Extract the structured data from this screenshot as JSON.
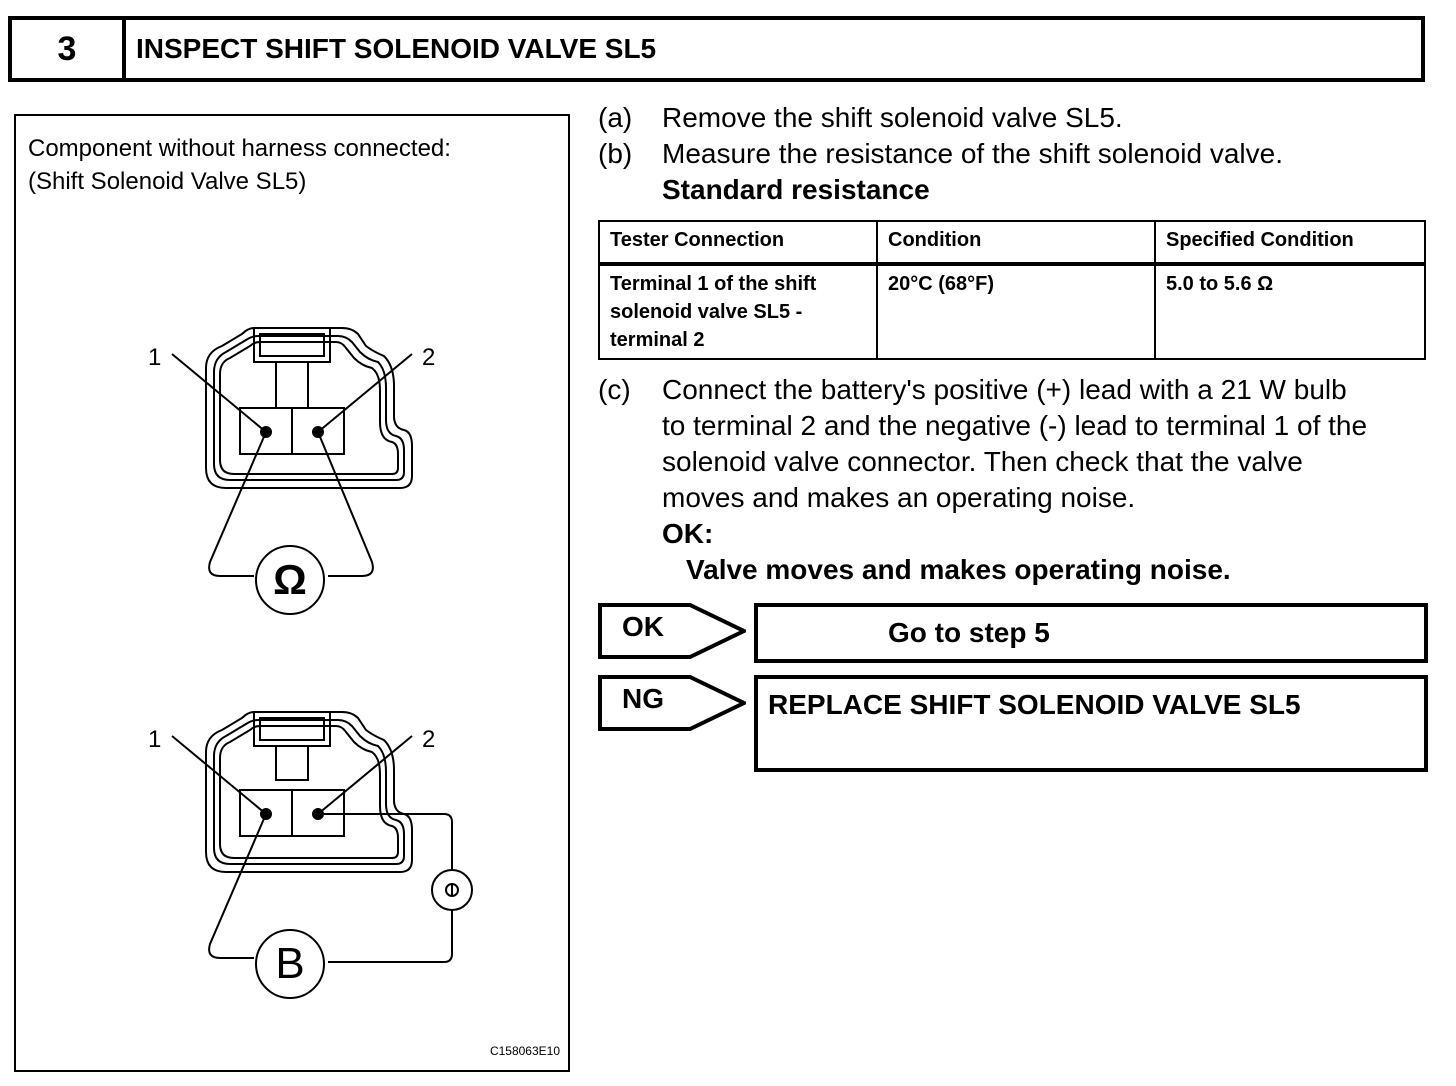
{
  "header": {
    "step_number": "3",
    "title": "INSPECT SHIFT SOLENOID VALVE SL5"
  },
  "figure": {
    "caption_line1": "Component without harness connected:",
    "caption_line2": "(Shift Solenoid Valve SL5)",
    "top_connector": {
      "terminal_left": "1",
      "terminal_right": "2",
      "meter_symbol": "Ω"
    },
    "bottom_connector": {
      "terminal_left": "1",
      "terminal_right": "2",
      "battery_symbol": "B"
    },
    "figure_code": "C158063E10"
  },
  "steps": {
    "a": {
      "letter": "(a)",
      "text": "Remove the shift solenoid valve SL5."
    },
    "b": {
      "letter": "(b)",
      "text": "Measure the resistance of the shift solenoid valve.",
      "subheading": "Standard resistance"
    },
    "c": {
      "letter": "(c)",
      "lines": [
        "Connect the battery's positive (+) lead with a 21 W bulb",
        "to terminal 2 and the negative (-) lead to terminal 1 of the",
        "solenoid valve connector. Then check that the valve",
        "moves and makes an operating noise."
      ],
      "ok_label": "OK:",
      "ok_text": "Valve moves and makes operating noise."
    }
  },
  "table": {
    "headers": [
      "Tester Connection",
      "Condition",
      "Specified Condition"
    ],
    "row": {
      "connection_lines": [
        "Terminal 1 of the shift",
        "solenoid valve SL5 -",
        "terminal 2"
      ],
      "condition": "20°C (68°F)",
      "specified": "5.0 to 5.6 Ω"
    }
  },
  "results": {
    "ok": {
      "tag": "OK",
      "action": "Go to step 5"
    },
    "ng": {
      "tag": "NG",
      "action": "REPLACE SHIFT SOLENOID VALVE SL5"
    }
  }
}
